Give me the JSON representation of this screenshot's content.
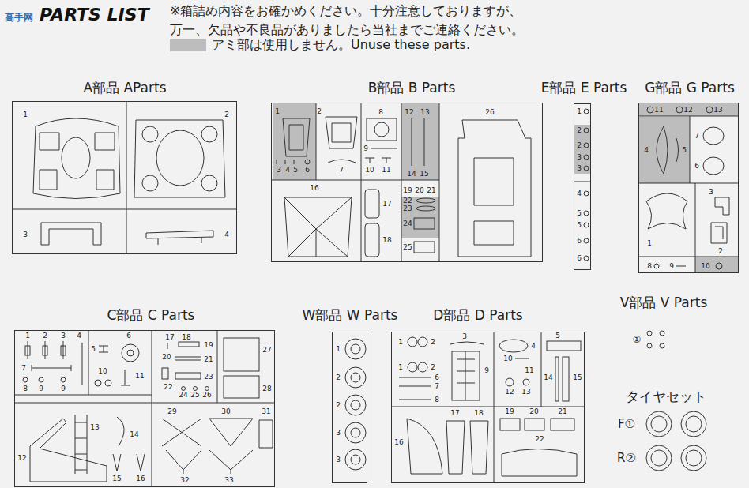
{
  "diagram": {
    "nodes": [
      {
        "text": [
          "A部品 AParts"
        ]
      },
      {
        "text": [
          "B部品 B Parts"
        ]
      },
      {
        "text": [
          "E部品 E Parts"
        ]
      },
      {
        "text": [
          "G部品 G Parts"
        ]
      },
      {
        "text": [
          "C部品 C Parts"
        ]
      },
      {
        "text": [
          "W部品 W Parts"
        ]
      },
      {
        "text": [
          "D部品 D Parts"
        ]
      }
    ],
    "labels": [
      "PARTS LIST",
      "※箱詰め内容をお確かめください。十分注意しておりますが、",
      "万一、欠品や不良品がありましたら当社までご連絡ください。",
      "高手网",
      "1",
      "2",
      "3",
      "4",
      "1",
      "2",
      "8",
      "12",
      "13",
      "26",
      "3",
      "4",
      "5",
      "6",
      "7",
      "9",
      "10",
      "11",
      "14",
      "15",
      "16",
      "17",
      "18",
      "19",
      "20",
      "21",
      "22",
      "23",
      "24",
      "25",
      "1",
      "2",
      "2",
      "3",
      "3",
      "4",
      "5",
      "5",
      "6",
      "6",
      "11",
      "12",
      "13",
      "4",
      "5",
      "7",
      "6",
      "3",
      "1",
      "2",
      "8",
      "9",
      "10",
      "1",
      "2",
      "3",
      "4",
      "5",
      "6",
      "17",
      "18",
      "19",
      "20",
      "21",
      "22",
      "23",
      "24",
      "25",
      "26",
      "27",
      "28",
      "7",
      "8",
      "9",
      "9",
      "10",
      "11",
      "12",
      "13",
      "14",
      "15",
      "16",
      "29",
      "30",
      "31",
      "32",
      "33",
      "1",
      "2",
      "2",
      "3",
      "3",
      "1",
      "2",
      "1",
      "2",
      "3",
      "4",
      "5",
      "6",
      "7",
      "8",
      "9",
      "10",
      "11",
      "12",
      "13",
      "14",
      "15",
      "16",
      "17",
      "18",
      "19",
      "20",
      "21",
      "22",
      "V部品 V Parts",
      "①",
      "タイヤセット",
      "F①",
      "R②"
    ],
    "legend": [
      {
        "text": "アミ部は使用しません。Unuse these parts.",
        "color": "#bdbdbd"
      }
    ]
  }
}
